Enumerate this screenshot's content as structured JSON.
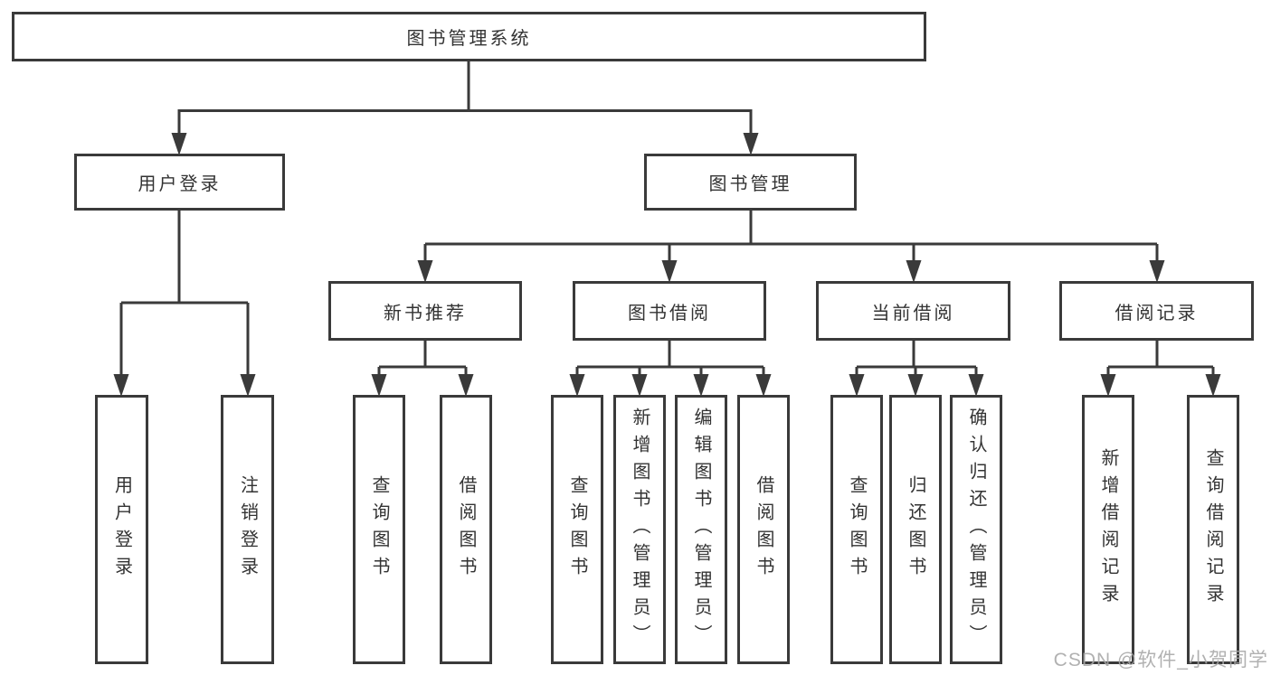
{
  "tree": {
    "label": "图书管理系统",
    "children": [
      {
        "label": "用户登录",
        "children": [
          {
            "label": "用户登录"
          },
          {
            "label": "注销登录"
          }
        ]
      },
      {
        "label": "图书管理",
        "children": [
          {
            "label": "新书推荐",
            "children": [
              {
                "label": "查询图书"
              },
              {
                "label": "借阅图书"
              }
            ]
          },
          {
            "label": "图书借阅",
            "children": [
              {
                "label": "查询图书"
              },
              {
                "label": "新增图书（管理员）"
              },
              {
                "label": "编辑图书（管理员）"
              },
              {
                "label": "借阅图书"
              }
            ]
          },
          {
            "label": "当前借阅",
            "children": [
              {
                "label": "查询图书"
              },
              {
                "label": "归还图书"
              },
              {
                "label": "确认归还（管理员）"
              }
            ]
          },
          {
            "label": "借阅记录",
            "children": [
              {
                "label": "新增借阅记录"
              },
              {
                "label": "查询借阅记录"
              }
            ]
          }
        ]
      }
    ]
  },
  "watermark": {
    "text": "CSDN @软件_小贺同学"
  },
  "colors": {
    "line": "#3a3a3a",
    "text": "#333333",
    "box_background": "#ffffff",
    "watermark": "#a6a6a6"
  }
}
